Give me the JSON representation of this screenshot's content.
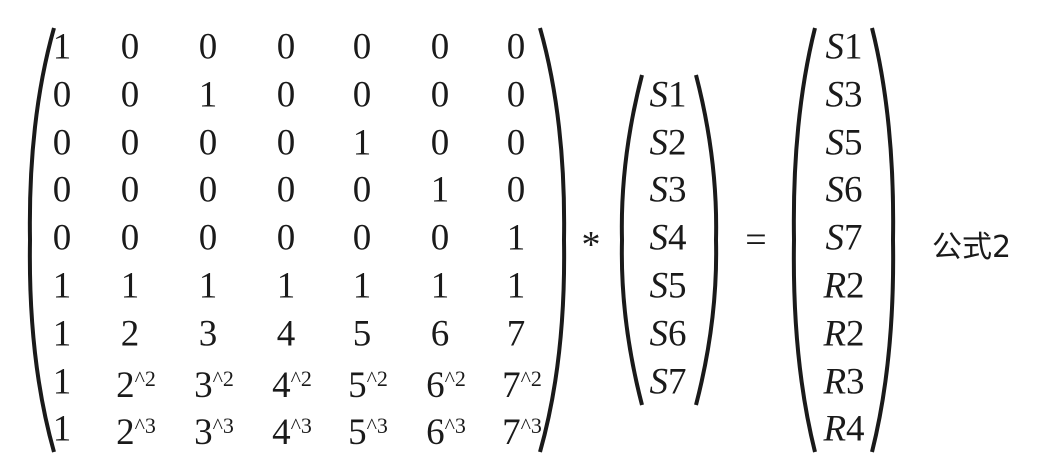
{
  "matrix": {
    "rows": [
      [
        "1",
        "0",
        "0",
        "0",
        "0",
        "0",
        "0"
      ],
      [
        "0",
        "0",
        "1",
        "0",
        "0",
        "0",
        "0"
      ],
      [
        "0",
        "0",
        "0",
        "0",
        "1",
        "0",
        "0"
      ],
      [
        "0",
        "0",
        "0",
        "0",
        "0",
        "1",
        "0"
      ],
      [
        "0",
        "0",
        "0",
        "0",
        "0",
        "0",
        "1"
      ],
      [
        "1",
        "1",
        "1",
        "1",
        "1",
        "1",
        "1"
      ],
      [
        "1",
        "2",
        "3",
        "4",
        "5",
        "6",
        "7"
      ],
      [
        "1",
        "2^2",
        "3^2",
        "4^2",
        "5^2",
        "6^2",
        "7^2"
      ],
      [
        "1",
        "2^3",
        "3^3",
        "4^3",
        "5^3",
        "6^3",
        "7^3"
      ]
    ]
  },
  "multiply_operator": "*",
  "input_vector": [
    "S1",
    "S2",
    "S3",
    "S4",
    "S5",
    "S6",
    "S7"
  ],
  "equals_operator": "=",
  "result_vector": [
    "S1",
    "S3",
    "S5",
    "S6",
    "S7",
    "R2",
    "R2",
    "R3",
    "R4"
  ],
  "formula_label": "公式2"
}
